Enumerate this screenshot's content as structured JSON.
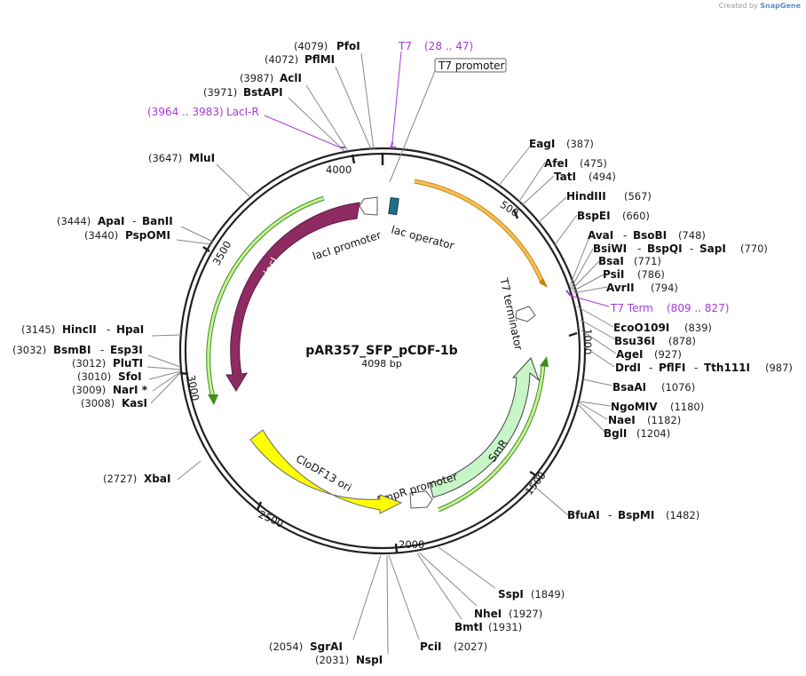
{
  "credit": {
    "prefix": "Created by",
    "brand": "SnapGene"
  },
  "plasmid": {
    "name": "pAR357_SFP_pCDF-1b",
    "length_label": "4098 bp",
    "length": 4098
  },
  "ticks": [
    "500",
    "1000",
    "1500",
    "2000",
    "2500",
    "3000",
    "3500",
    "4000"
  ],
  "features": {
    "laci": "lacI",
    "laci_promoter": "lacI promoter",
    "lac_operator": "lac operator",
    "t7_terminator": "T7 terminator",
    "smr": "SmR",
    "ampr_promoter": "AmpR promoter",
    "cloDF13": "CloDF13 ori",
    "t7_promoter": "T7 promoter"
  },
  "primers": {
    "t7": {
      "name": "T7",
      "range": "(28 .. 47)"
    },
    "laci_r": {
      "name": "LacI-R",
      "range": "(3964 .. 3983)"
    },
    "t7_term": {
      "name": "T7 Term",
      "range": "(809 .. 827)"
    }
  },
  "sites": {
    "pfoi": {
      "name": "PfoI",
      "pos": "(4079)"
    },
    "pflmi": {
      "name": "PflMI",
      "pos": "(4072)"
    },
    "acli": {
      "name": "AclI",
      "pos": "(3987)"
    },
    "bstapi": {
      "name": "BstAPI",
      "pos": "(3971)"
    },
    "mlui": {
      "name": "MluI",
      "pos": "(3647)"
    },
    "apai": {
      "name": "ApaI",
      "name2": "BanII",
      "pos": "(3444)"
    },
    "psupomi": {
      "name": "PspOMI",
      "pos": "(3440)"
    },
    "hincii": {
      "name": "HincII",
      "name2": "HpaI",
      "pos": "(3145)"
    },
    "bsmbi": {
      "name": "BsmBI",
      "name2": "Esp3I",
      "pos": "(3032)"
    },
    "pluti": {
      "name": "PluTI",
      "pos": "(3012)"
    },
    "sfoi": {
      "name": "SfoI",
      "pos": "(3010)"
    },
    "nari": {
      "name": "NarI *",
      "pos": "(3009)"
    },
    "kasi": {
      "name": "KasI",
      "pos": "(3008)"
    },
    "xbai": {
      "name": "XbaI",
      "pos": "(2727)"
    },
    "sgrai": {
      "name": "SgrAI",
      "pos": "(2054)"
    },
    "nspi": {
      "name": "NspI",
      "pos": "(2031)"
    },
    "pcii": {
      "name": "PciI",
      "pos": "(2027)"
    },
    "bmti": {
      "name": "BmtI",
      "pos": "(1931)"
    },
    "nhei": {
      "name": "NheI",
      "pos": "(1927)"
    },
    "sspi": {
      "name": "SspI",
      "pos": "(1849)"
    },
    "bfuai": {
      "name": "BfuAI",
      "name2": "BspMI",
      "pos": "(1482)"
    },
    "bgli": {
      "name": "BglI",
      "pos": "(1204)"
    },
    "naei": {
      "name": "NaeI",
      "pos": "(1182)"
    },
    "ngomiv": {
      "name": "NgoMIV",
      "pos": "(1180)"
    },
    "bsaai": {
      "name": "BsaAI",
      "pos": "(1076)"
    },
    "drdi": {
      "name": "DrdI",
      "name2": "PflFI",
      "name3": "Tth111I",
      "pos": "(987)"
    },
    "agei": {
      "name": "AgeI",
      "pos": "(927)"
    },
    "bsu36i": {
      "name": "Bsu36I",
      "pos": "(878)"
    },
    "eco0109i": {
      "name": "EcoO109I",
      "pos": "(839)"
    },
    "avrii": {
      "name": "AvrII",
      "pos": "(794)"
    },
    "psii": {
      "name": "PsiI",
      "pos": "(786)"
    },
    "bsai": {
      "name": "BsaI",
      "pos": "(771)"
    },
    "bsiwi": {
      "name": "BsiWI",
      "name2": "BspQI",
      "name3": "SapI",
      "pos": "(770)"
    },
    "avai": {
      "name": "AvaI",
      "name2": "BsoBI",
      "pos": "(748)"
    },
    "bspei": {
      "name": "BspEI",
      "pos": "(660)"
    },
    "hindiii": {
      "name": "HindIII",
      "pos": "(567)"
    },
    "tati": {
      "name": "TatI",
      "pos": "(494)"
    },
    "afei": {
      "name": "AfeI",
      "pos": "(475)"
    },
    "eagi": {
      "name": "EagI",
      "pos": "(387)"
    }
  },
  "colors": {
    "laci": "#8e2b63",
    "t7_terminator_arc": "#f5a623",
    "cloDF13": "#ffff00",
    "smr": "#c8f5c8",
    "green_arc": "#5ab52a",
    "primer": "#a63ad8",
    "lac_operator": "#1f6f8b"
  }
}
